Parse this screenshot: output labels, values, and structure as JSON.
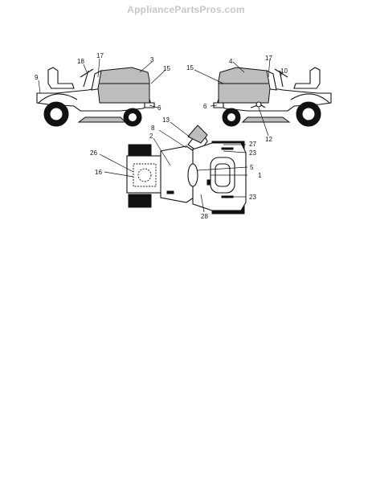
{
  "watermark": "AppliancePartsPros.com",
  "callouts": {
    "left_view": [
      "9",
      "18",
      "17",
      "3",
      "15",
      "6"
    ],
    "right_view": [
      "4",
      "17",
      "15",
      "10",
      "6",
      "12"
    ],
    "top_view": [
      "13",
      "8",
      "2",
      "27",
      "23",
      "26",
      "16",
      "5",
      "1",
      "23",
      "28"
    ]
  },
  "colors": {
    "line": "#111111",
    "shade": "#bdbdbd",
    "watermark": "#c8c8c8"
  }
}
